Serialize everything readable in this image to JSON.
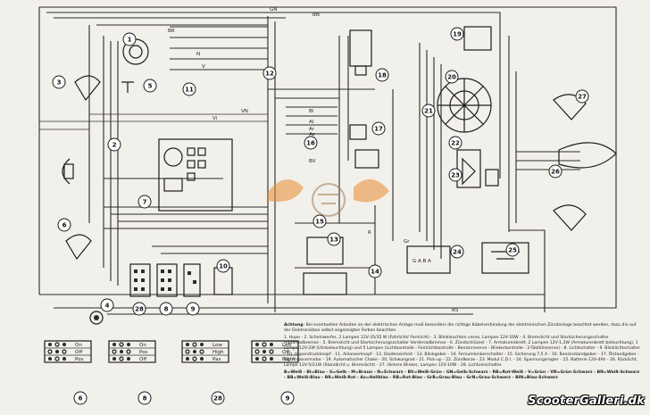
{
  "components": [
    {
      "id": "1",
      "label": "1"
    },
    {
      "id": "2",
      "label": "2"
    },
    {
      "id": "3",
      "label": "3"
    },
    {
      "id": "4",
      "label": "4"
    },
    {
      "id": "5",
      "label": "5"
    },
    {
      "id": "6",
      "label": "6"
    },
    {
      "id": "7",
      "label": "7"
    },
    {
      "id": "8",
      "label": "8"
    },
    {
      "id": "9",
      "label": "9"
    },
    {
      "id": "10",
      "label": "10"
    },
    {
      "id": "11",
      "label": "11"
    },
    {
      "id": "12",
      "label": "12"
    },
    {
      "id": "13",
      "label": "13"
    },
    {
      "id": "14",
      "label": "14"
    },
    {
      "id": "15",
      "label": "15"
    },
    {
      "id": "16",
      "label": "16"
    },
    {
      "id": "17",
      "label": "17"
    },
    {
      "id": "18",
      "label": "18"
    },
    {
      "id": "19",
      "label": "19"
    },
    {
      "id": "20",
      "label": "20"
    },
    {
      "id": "21",
      "label": "21"
    },
    {
      "id": "22",
      "label": "22"
    },
    {
      "id": "23",
      "label": "23"
    },
    {
      "id": "24",
      "label": "24"
    },
    {
      "id": "25",
      "label": "25"
    },
    {
      "id": "26",
      "label": "26"
    },
    {
      "id": "27",
      "label": "27"
    },
    {
      "id": "28",
      "label": "28"
    }
  ],
  "wire_labels": [
    "GN",
    "BN",
    "BR",
    "Gr",
    "N",
    "V",
    "VN",
    "Vi",
    "Bl",
    "AI",
    "R",
    "RS",
    "Az",
    "Ar",
    "BV"
  ],
  "switch_tables": [
    {
      "id": "6",
      "rows": [
        "On",
        "Off",
        "Pos"
      ]
    },
    {
      "id": "8",
      "rows": [
        "On",
        "Pos",
        "Off"
      ]
    },
    {
      "id": "28",
      "rows": [
        "Low",
        "High",
        "Pas"
      ]
    },
    {
      "id": "9",
      "rows": [
        "Left",
        "Off",
        "Right"
      ]
    }
  ],
  "notice": {
    "heading": "Achtung",
    "text": ": Bei eventuellen Arbeiten an der elektrischen Anlage muß besonders die richtige Kabelverbindung der elektronischen Zündanlage beachtet werden, dazu die auf der Elektronikbox selbst angezeigten Farben beachten."
  },
  "legend_text": "1. Hupe - 2. Scheinwerfer, 2 Lampen 12V-35/35 W (Fahrlicht/ Fernlicht) - 3. Blinkleuchten vorne, Lampen 12V-10W - 4. Bremslicht und Startsicherungsschalter Hinterradbremse - 5. Bremslicht und Startsicherungsschalter Vorderradbremse - 6. Zündschlüssel - 7. Armaturenbrett, 2 Lampen 12V-1,2W (Armaturenbrett beleuchtung), 1 Lampe 12V-2W (Uhrbeleuchtung) und 5 Lampen (Lichtkontrolle - Fernlichtkontrolle - Benzinreserve - Blinkerkontrolle - 2-Taktölreserve) - 8. Lichtschalter - 9. Blinklichtschalter - 10. Hupendruckknopf - 11. Anlasserknopf - 12. Diodeneinheit - 13. Blinkgeber - 14. Fernumlenkerschalter - 15. Sicherung 7,5 A - 16. Benzinstandgeber - 17. Ölstandgeber - 18. Anlassermotor - 19. Automatischer Choke - 20. Schwungrad - 21. Pick-up - 22. Zündkerze - 23. Modul C.D.I. - 24. Spannungsregler - 25. Batterie 12V-4Ah - 26. Rücklicht, Lampe 12V-5/21W (Standlicht u. Bremslicht) - 27. Hintere Blinker, Lampen 12V-10W - 28. Lichtumschalter.",
  "color_legend": "B=Weiß - Bl=Blau - G=Gelb - M=Braun - N=Schwarz - BV=Weiß-Grün - GN=Gelb-Schwarz - RB=Rot-Weiß - V=Grün - VN=Grün-Schwarz - BN=Weiß-Schwarz - BB=Weiß-Blau - BR=Weiß-Rot - Az=Hellblau - RB=Rot-Blau - GrB=Grau-Blau - GrN=Grau-Schwarz - BlN=Blau-Schwarz",
  "watermark": "ScooterGalleri.dk",
  "colors": {
    "background": "#f2f0ea",
    "line": "#2a2a2a",
    "watermark": "#ffffff"
  }
}
